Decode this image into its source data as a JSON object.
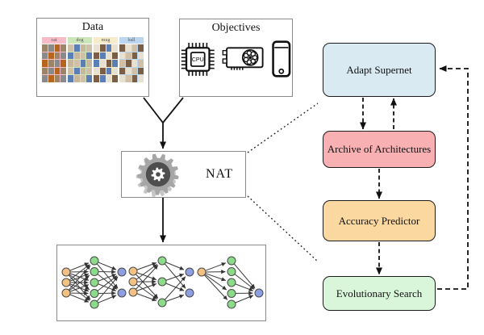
{
  "figure": {
    "data_box": {
      "title": "Data",
      "categories": [
        {
          "label": "cat",
          "header_color": "#f5bcc8"
        },
        {
          "label": "dog",
          "header_color": "#cde6b9"
        },
        {
          "label": "mug",
          "header_color": "#f6ecca"
        },
        {
          "label": "ball",
          "header_color": "#bdd6ef"
        }
      ],
      "thumb_rows": 5,
      "thumb_cols": 4,
      "thumb_palette": [
        "#9c8468",
        "#6e6e6e",
        "#b99c7a",
        "#4f4f4f",
        "#c8b79b",
        "#8a8a8a",
        "#7a5f46",
        "#d0c0a8",
        "#5d4f3f",
        "#a8a8a8",
        "#b5651d",
        "#3e5c3e",
        "#c0392b",
        "#5b7fb5",
        "#e8e0d0"
      ]
    },
    "objectives_box": {
      "title": "Objectives",
      "cpu_label": "CPU",
      "icons": [
        "cpu-chip",
        "gpu-card",
        "smartphone"
      ]
    },
    "nat_box": {
      "label": "NAT"
    },
    "pipeline": {
      "boxes": [
        {
          "label": "Adapt Supernet",
          "fill": "#d9eaf3"
        },
        {
          "label": "Archive of Architectures",
          "fill": "#f8b0b3"
        },
        {
          "label": "Accuracy Predictor",
          "fill": "#fbd8a0"
        },
        {
          "label": "Evolutionary Search",
          "fill": "#d9f6da"
        }
      ]
    },
    "networks": {
      "node_colors": {
        "input": "#f2c183",
        "hidden": "#8bdb8b",
        "output": "#8d9ee3"
      },
      "nets": [
        {
          "x": [
            82,
            117,
            151
          ],
          "layers": [
            [
              337,
              350,
              363
            ],
            [
              323,
              336.5,
              350,
              363.5,
              377
            ],
            [
              337,
              363
            ]
          ]
        },
        {
          "x": [
            165,
            201,
            235
          ],
          "layers": [
            [
              336,
              349,
              362
            ],
            [
              323,
              349,
              375
            ],
            [
              337,
              363
            ]
          ]
        },
        {
          "x": [
            250,
            287,
            321
          ],
          "layers": [
            [
              337
            ],
            [
              323,
              336.5,
              350,
              363.5,
              377
            ],
            [
              363
            ]
          ]
        }
      ]
    }
  }
}
